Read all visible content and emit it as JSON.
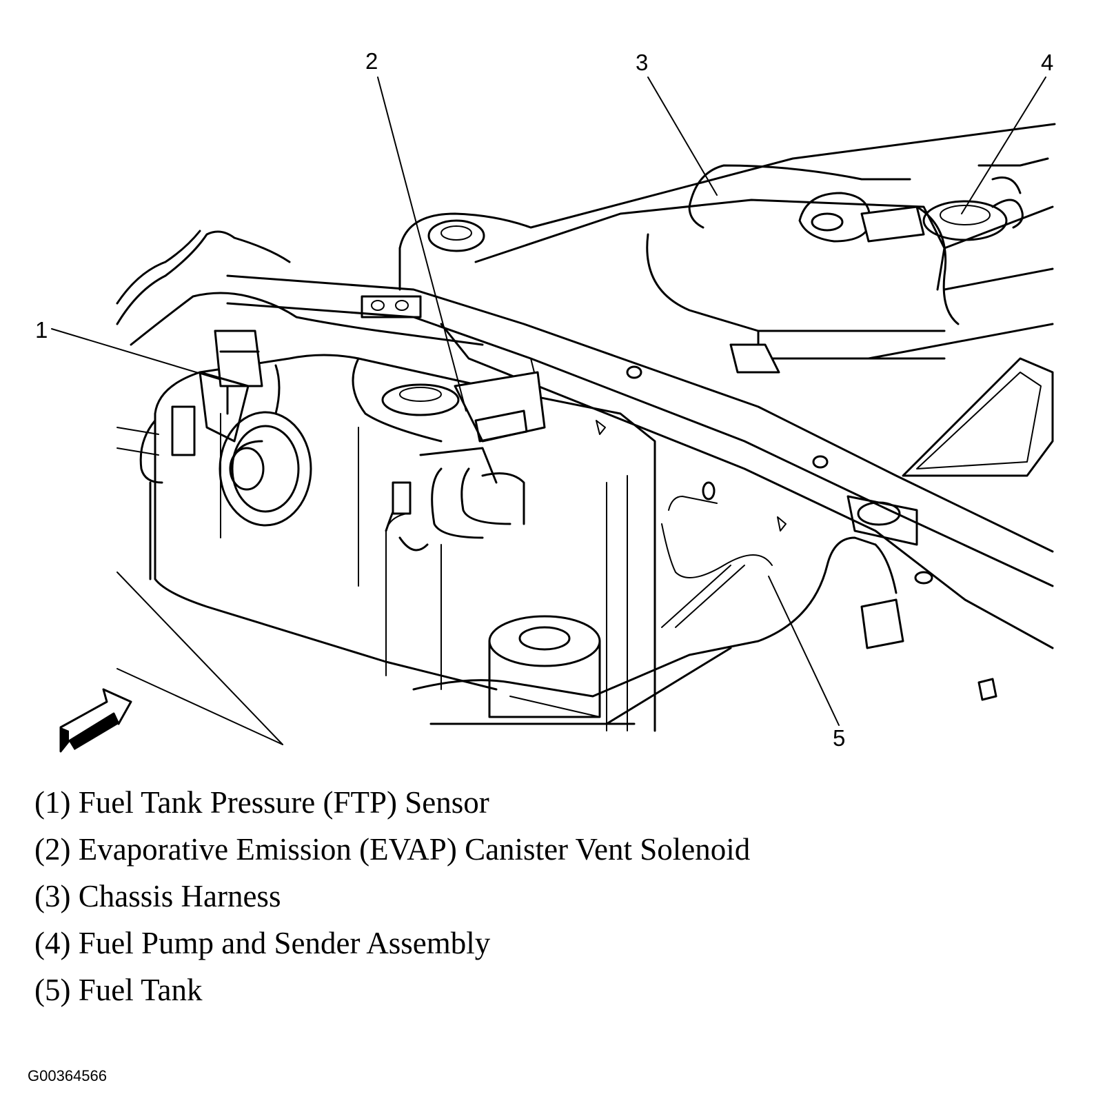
{
  "callouts": [
    {
      "number": "1"
    },
    {
      "number": "2"
    },
    {
      "number": "3"
    },
    {
      "number": "4"
    },
    {
      "number": "5"
    }
  ],
  "legend": [
    "(1) Fuel Tank Pressure (FTP) Sensor",
    "(2) Evaporative Emission (EVAP) Canister Vent Solenoid",
    "(3) Chassis Harness",
    "(4) Fuel Pump and Sender Assembly",
    "(5) Fuel Tank"
  ],
  "figure_id": "G00364566",
  "icons": {
    "orientation_arrow": "front-direction-arrow-icon"
  }
}
